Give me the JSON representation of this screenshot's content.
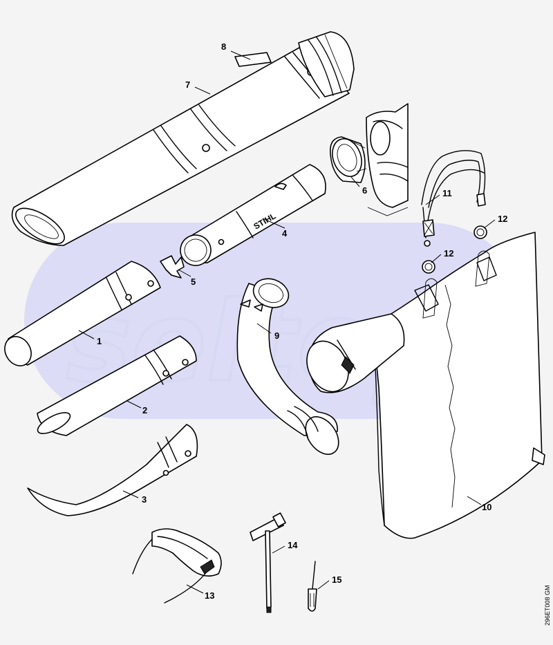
{
  "watermark": "seltop",
  "reference_code": "296ET008 GM",
  "brand_marking": "STIHL",
  "colors": {
    "background": "#f4f4f4",
    "watermark_band": "#dcdcf7",
    "line": "#000000"
  },
  "callouts": [
    {
      "id": "1",
      "label": "1"
    },
    {
      "id": "2",
      "label": "2"
    },
    {
      "id": "3",
      "label": "3"
    },
    {
      "id": "4",
      "label": "4"
    },
    {
      "id": "5",
      "label": "5"
    },
    {
      "id": "6",
      "label": "6"
    },
    {
      "id": "7",
      "label": "7"
    },
    {
      "id": "8",
      "label": "8"
    },
    {
      "id": "9",
      "label": "9"
    },
    {
      "id": "10",
      "label": "10"
    },
    {
      "id": "11",
      "label": "11"
    },
    {
      "id": "12a",
      "label": "12"
    },
    {
      "id": "12b",
      "label": "12"
    },
    {
      "id": "13",
      "label": "13"
    },
    {
      "id": "14",
      "label": "14"
    },
    {
      "id": "15",
      "label": "15"
    }
  ]
}
